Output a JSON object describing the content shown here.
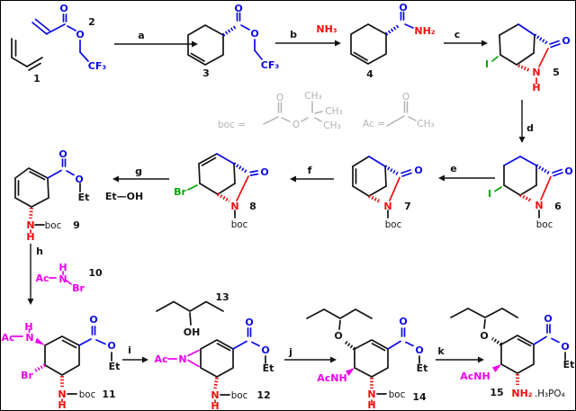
{
  "colors": {
    "black": "#141414",
    "blue": "#0a0ae6",
    "red": "#ee1010",
    "green": "#00a800",
    "magenta": "#ee00ee",
    "gray": "#b2b2b2"
  },
  "steps": {
    "a": "a",
    "b": "b",
    "c": "c",
    "d": "d",
    "e": "e",
    "f": "f",
    "g": "g",
    "h": "h",
    "i": "i",
    "j": "j",
    "k": "k"
  },
  "nums": {
    "n1": "1",
    "n2": "2",
    "n3": "3",
    "n4": "4",
    "n5": "5",
    "n6": "6",
    "n7": "7",
    "n8": "8",
    "n9": "9",
    "n10": "10",
    "n11": "11",
    "n12": "12",
    "n13": "13",
    "n14": "14",
    "n15": "15"
  },
  "labels": {
    "O": "O",
    "N": "N",
    "H": "H",
    "I": "I",
    "Br": "Br",
    "Et": "Et",
    "boc": "boc",
    "Ac": "Ac",
    "CF3": "CF₃",
    "NH2": "NH₂",
    "NH3": "NH₃",
    "CH3": "CH₃",
    "OH": "OH",
    "AcNH": "AcNH",
    "EtOH": "Et—OH",
    "bocEq": "boc =",
    "AcEq": "Ac =",
    "H3PO4": ".H₃PO₄"
  }
}
